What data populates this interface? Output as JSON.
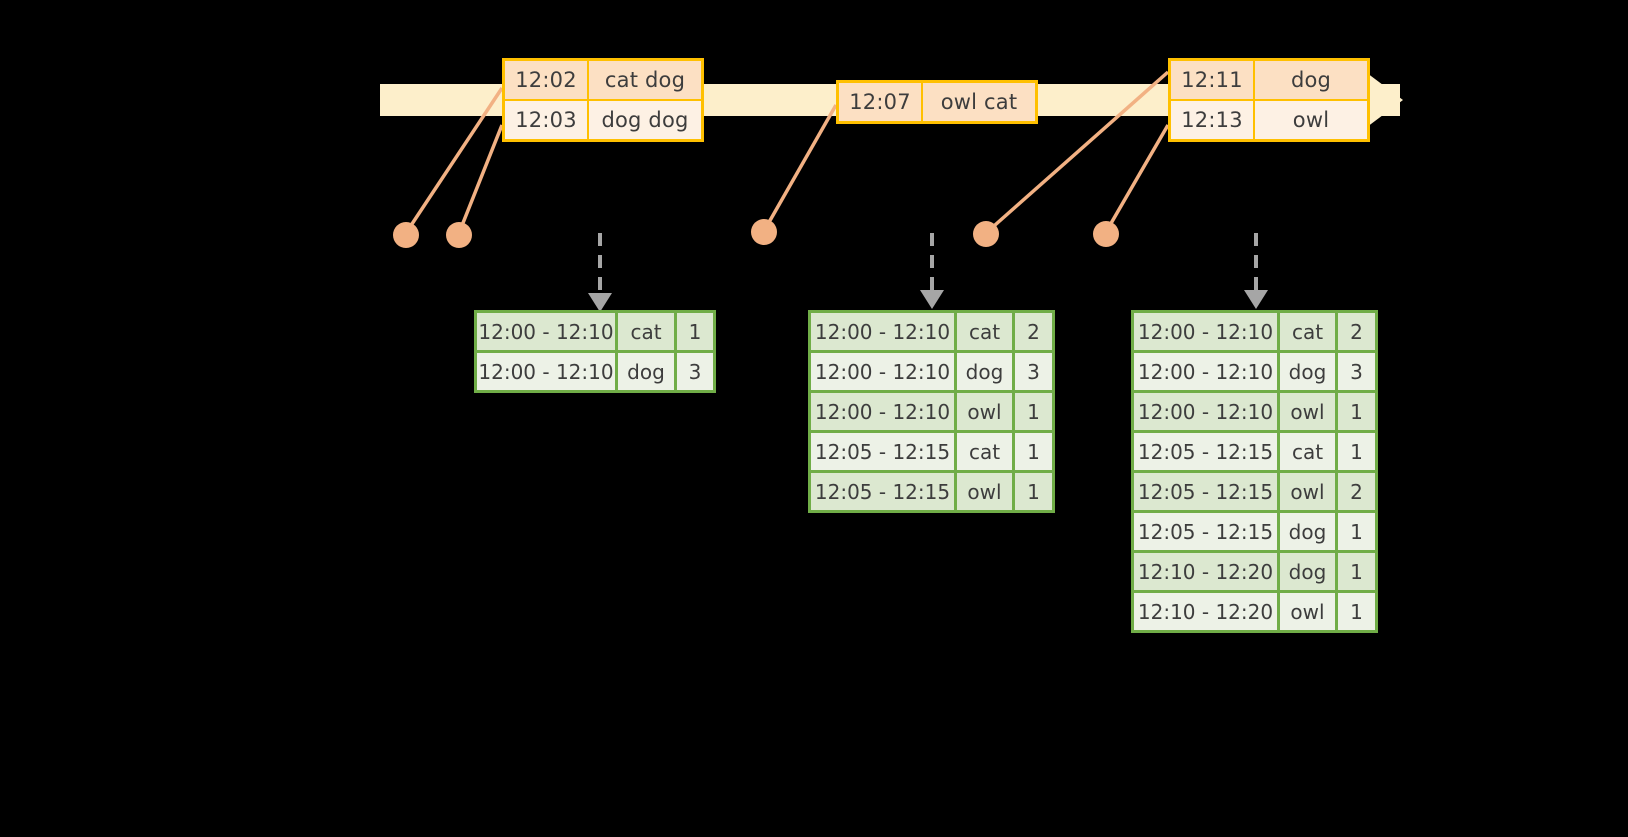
{
  "timeline": {
    "label": "event-stream-timeline",
    "bar_color": "#FDEFCB",
    "arrow_color": "#FDEFCB",
    "event_groups": [
      {
        "name": "events-group-1",
        "rows": [
          {
            "time": "12:02",
            "message": "cat dog"
          },
          {
            "time": "12:03",
            "message": "dog dog"
          }
        ]
      },
      {
        "name": "events-group-2",
        "rows": [
          {
            "time": "12:07",
            "message": "owl cat"
          }
        ]
      },
      {
        "name": "events-group-3",
        "rows": [
          {
            "time": "12:11",
            "message": "dog"
          },
          {
            "time": "12:13",
            "message": "owl"
          }
        ]
      }
    ],
    "connector_color": "#F2B183",
    "dot_count": 5
  },
  "results": {
    "accent_color": "#70AD47",
    "arrow_color": "#A6A6A6",
    "tables": [
      {
        "name": "result-table-1",
        "rows": [
          {
            "window": "12:00 - 12:10",
            "key": "cat",
            "count": "1"
          },
          {
            "window": "12:00 - 12:10",
            "key": "dog",
            "count": "3"
          }
        ]
      },
      {
        "name": "result-table-2",
        "rows": [
          {
            "window": "12:00 - 12:10",
            "key": "cat",
            "count": "2"
          },
          {
            "window": "12:00 - 12:10",
            "key": "dog",
            "count": "3"
          },
          {
            "window": "12:00 - 12:10",
            "key": "owl",
            "count": "1"
          },
          {
            "window": "12:05 - 12:15",
            "key": "cat",
            "count": "1"
          },
          {
            "window": "12:05 - 12:15",
            "key": "owl",
            "count": "1"
          }
        ]
      },
      {
        "name": "result-table-3",
        "rows": [
          {
            "window": "12:00 - 12:10",
            "key": "cat",
            "count": "2"
          },
          {
            "window": "12:00 - 12:10",
            "key": "dog",
            "count": "3"
          },
          {
            "window": "12:00 - 12:10",
            "key": "owl",
            "count": "1"
          },
          {
            "window": "12:05 - 12:15",
            "key": "cat",
            "count": "1"
          },
          {
            "window": "12:05 - 12:15",
            "key": "owl",
            "count": "2"
          },
          {
            "window": "12:05 - 12:15",
            "key": "dog",
            "count": "1"
          },
          {
            "window": "12:10 - 12:20",
            "key": "dog",
            "count": "1"
          },
          {
            "window": "12:10 - 12:20",
            "key": "owl",
            "count": "1"
          }
        ]
      }
    ]
  }
}
